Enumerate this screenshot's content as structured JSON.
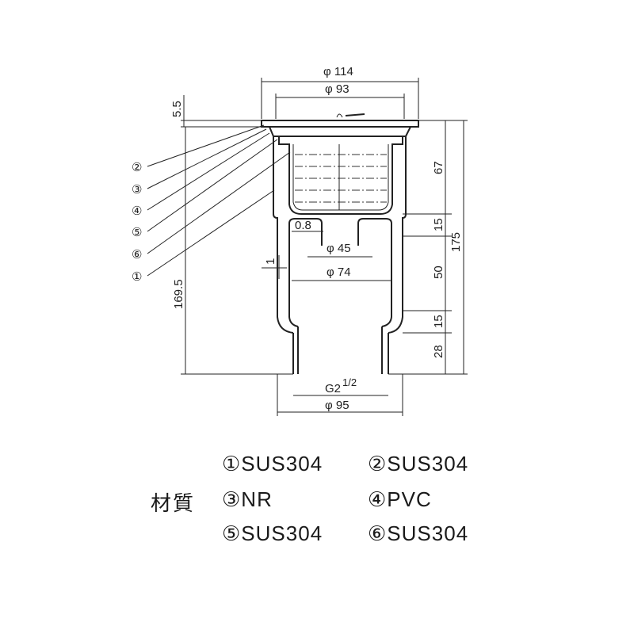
{
  "dimensions": {
    "phi114": "φ 114",
    "phi93": "φ 93",
    "d5_5": "5.5",
    "d67": "67",
    "d15a": "15",
    "d175": "175",
    "d50": "50",
    "d15b": "15",
    "d28": "28",
    "d169_5": "169.5",
    "d0_8": "0.8",
    "phi45": "φ 45",
    "phi74": "φ 74",
    "d1": "1",
    "g2_main": "G2",
    "g2_frac": "1/2",
    "phi95": "φ 95"
  },
  "callouts": [
    "②",
    "③",
    "④",
    "⑤",
    "⑥",
    "①"
  ],
  "materials": {
    "label": "材質",
    "items": [
      "①SUS304",
      "②SUS304",
      "③NR",
      "④PVC",
      "⑤SUS304",
      "⑥SUS304"
    ]
  }
}
